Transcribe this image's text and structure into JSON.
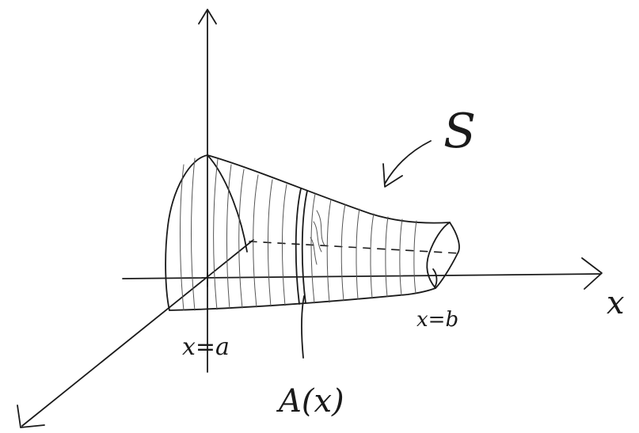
{
  "labels": {
    "solid": "S",
    "x_axis": "x",
    "left_bound": "x=a",
    "right_bound": "x=b",
    "cross_section": "A(x)"
  },
  "colors": {
    "ink": "#1a1a1a",
    "hatch": "#555555",
    "background": "#ffffff"
  }
}
